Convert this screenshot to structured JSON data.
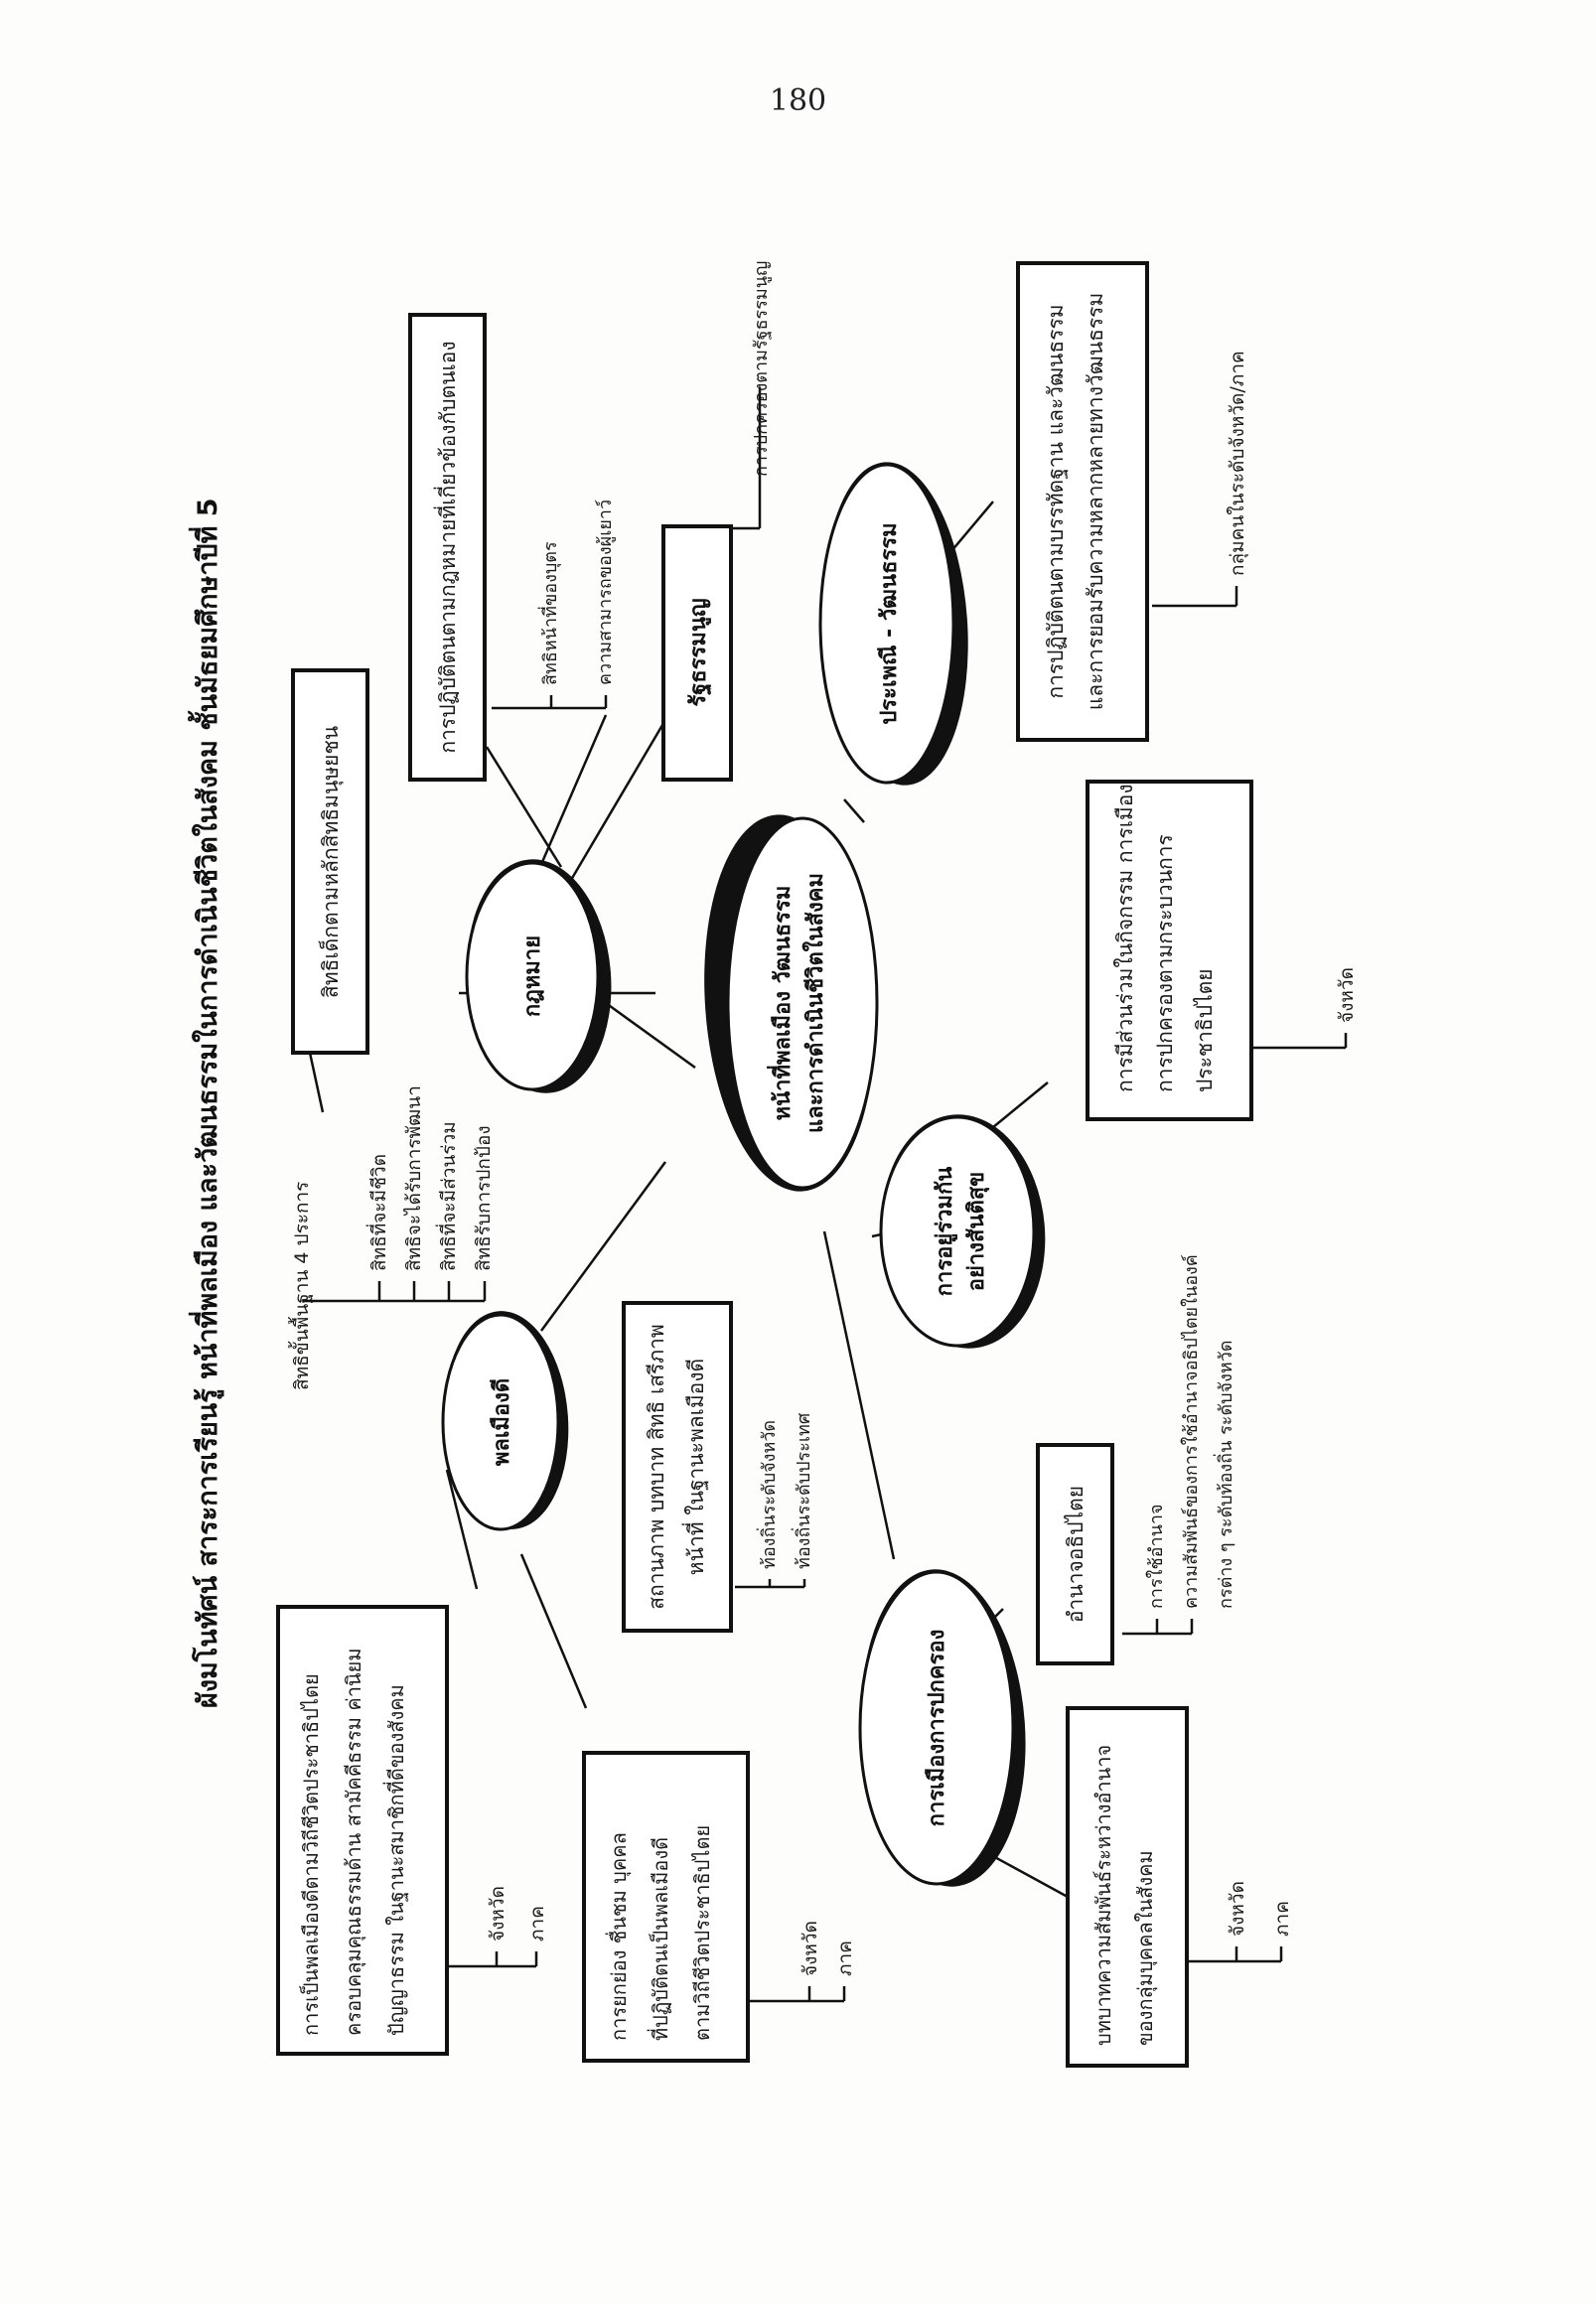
{
  "page_number": "180",
  "title": "ผังมโนทัศน์  สาระการเรียนรู้ หน้าที่พลเมือง และวัฒนธรรมในการดำเนินชีวิตในสังคม  ชั้นมัธยมศึกษาปีที่  5",
  "center": {
    "line1": "หน้าที่พลเมือง วัฒนธรรม",
    "line2": "และการดำเนินชีวิตในสังคม"
  },
  "nodes": {
    "law": "กฎหมาย",
    "culture": "ประเพณี - วัฒนธรรม",
    "good_citizen": "พลเมืองดี",
    "peace": {
      "line1": "การอยู่ร่วมกัน",
      "line2": "อย่างสันติสุข"
    },
    "politics": "การเมืองการปกครอง"
  },
  "boxes": {
    "child_rights": [
      "สิทธิเด็กตามหลักสิทธิมนุษยชน"
    ],
    "law_practice": [
      "การปฏิบัติตนตามกฎหมายที่เกี่ยวข้องกับตนเอง"
    ],
    "constitution": [
      "รัฐธรรมนูญ"
    ],
    "culture_practice": [
      "การปฏิบัติตนตามบรรทัดฐาน และวัฒนธรรม",
      "และการยอมรับความหลากหลายทางวัฒนธรรม"
    ],
    "participation": [
      "การมีส่วนร่วมในกิจกรรม การเมือง",
      "การปกครองตามกระบวนการ",
      "ประชาธิปไตย"
    ],
    "status_roles": [
      "สถานภาพ บทบาท สิทธิ เสรีภาพ",
      "หน้าที่ ในฐานะพลเมืองดี"
    ],
    "sovereignty": [
      "อำนาจอธิปไตย"
    ],
    "good_citizen_democracy": [
      "การเป็นพลเมืองดีตามวิถีชีวิตประชาธิปไตย",
      "ครอบคลุมคุณธรรมด้าน สามัคคีธรรม ค่านิยม",
      "ปัญญาธรรม ในฐานะสมาชิกที่ดีของสังคม"
    ],
    "praise": [
      "การยกย่อง ชื่นชม บุคคล",
      "ที่ปฏิบัติตนเป็นพลเมืองดี",
      "ตามวิถีชีวิตประชาธิปไตย"
    ],
    "relations_role": [
      "บทบาทความสัมพันธ์ระหว่างอำนาจ",
      "ของกลุ่มบุคคลในสังคม"
    ]
  },
  "labels": {
    "basic_rights": "สิทธิขั้นพื้นฐาน 4 ประการ",
    "rights_list": [
      "สิทธิที่จะมีชีวิต",
      "สิทธิจะได้รับการพัฒนา",
      "สิทธิที่จะมีส่วนร่วม",
      "สิทธิรับการปกป้อง"
    ],
    "law_subs": [
      "สิทธิหน้าที่ของบุตร",
      "ความสามารถของผู้เยาว์"
    ],
    "constitution_sub": "การปกครองตามรัฐธรรมนูญ",
    "culture_sub": "กลุ่มคนในระดับจังหวัด/ภาค",
    "participation_sub": "จังหวัด",
    "status_subs": [
      "ท้องถิ่นระดับจังหวัด",
      "ท้องถิ่นระดับประเทศ"
    ],
    "sovereignty_subs": [
      "การใช้อำนาจ",
      "ความสัมพันธ์ของการใช้อำนาจอธิปไตยในองค์",
      "กรต่าง ๆ ระดับท้องถิ่น ระดับจังหวัด"
    ],
    "region_subs": [
      "จังหวัด",
      "ภาค"
    ]
  }
}
